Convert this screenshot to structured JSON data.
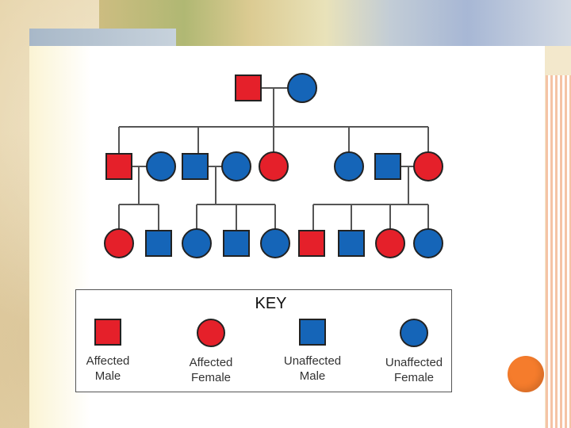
{
  "colors": {
    "affected": "#e5202a",
    "unaffected": "#1565b8",
    "line": "#555555",
    "outline": "#222222"
  },
  "key": {
    "title": "KEY",
    "items": [
      {
        "label": "Affected\nMale",
        "symbol": "square",
        "status": "affected"
      },
      {
        "label": "Affected\nFemale",
        "symbol": "circle",
        "status": "affected"
      },
      {
        "label": "Unaffected\nMale",
        "symbol": "square",
        "status": "unaffected"
      },
      {
        "label": "Unaffected\nFemale",
        "symbol": "circle",
        "status": "unaffected"
      }
    ]
  },
  "pedigree": {
    "generation_1": [
      {
        "sex": "male",
        "status": "affected"
      },
      {
        "sex": "female",
        "status": "unaffected"
      }
    ],
    "generation_2": [
      {
        "sex": "male",
        "status": "affected"
      },
      {
        "sex": "female",
        "status": "unaffected"
      },
      {
        "sex": "male",
        "status": "unaffected"
      },
      {
        "sex": "female",
        "status": "unaffected"
      },
      {
        "sex": "female",
        "status": "affected"
      },
      {
        "sex": "female",
        "status": "unaffected"
      },
      {
        "sex": "male",
        "status": "unaffected"
      },
      {
        "sex": "female",
        "status": "affected"
      }
    ],
    "generation_3": [
      {
        "sex": "female",
        "status": "affected"
      },
      {
        "sex": "male",
        "status": "unaffected"
      },
      {
        "sex": "female",
        "status": "unaffected"
      },
      {
        "sex": "male",
        "status": "unaffected"
      },
      {
        "sex": "female",
        "status": "unaffected"
      },
      {
        "sex": "male",
        "status": "affected"
      },
      {
        "sex": "male",
        "status": "unaffected"
      },
      {
        "sex": "female",
        "status": "affected"
      },
      {
        "sex": "female",
        "status": "unaffected"
      }
    ]
  }
}
